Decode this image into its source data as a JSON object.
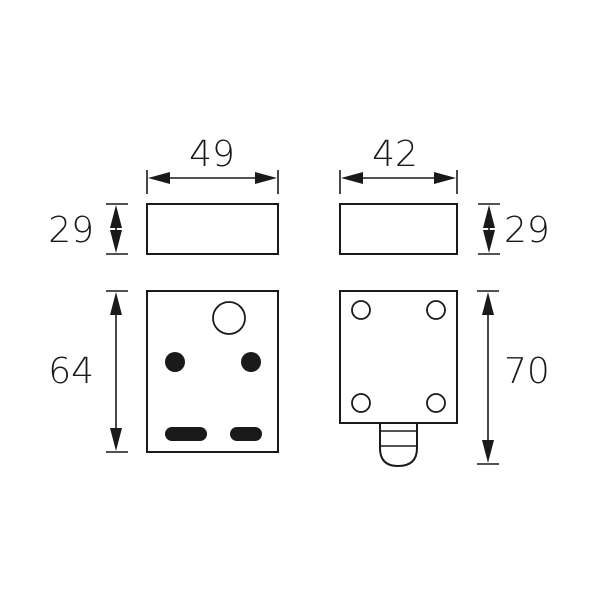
{
  "drawing": {
    "colors": {
      "stroke": "#1a1a1a",
      "background": "#ffffff"
    },
    "dimensions": {
      "left_width": "49",
      "right_width": "42",
      "left_height_top": "29",
      "right_height_top": "29",
      "left_height_bottom": "64",
      "right_height_bottom": "70"
    },
    "views": [
      {
        "name": "left-top-view",
        "shape": "rectangle"
      },
      {
        "name": "right-top-view",
        "shape": "rectangle"
      },
      {
        "name": "left-front-view",
        "features": [
          "large-circle-hole",
          "two-solid-dots",
          "two-slots"
        ]
      },
      {
        "name": "right-front-view",
        "features": [
          "four-circle-holes",
          "bottom-knob"
        ]
      }
    ]
  }
}
